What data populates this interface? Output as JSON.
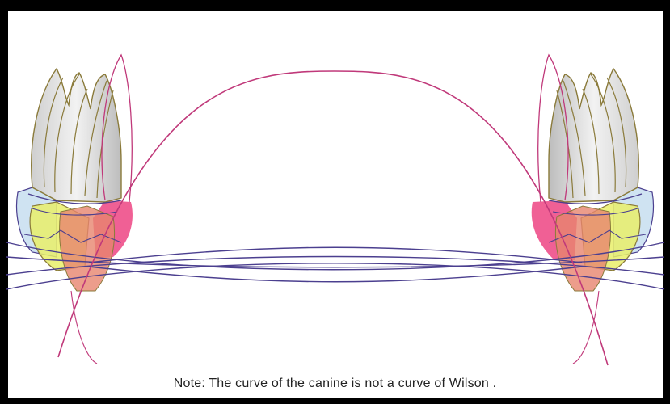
{
  "caption": "Note: The curve of the canine is not a curve of Wilson .",
  "colors": {
    "background": "#000000",
    "panel": "#ffffff",
    "canine_curve": "#c0397a",
    "wilson_curves": "#4b3f8f",
    "crown_fill": "#d9d9d9",
    "crown_outline": "#8a7a3a",
    "buccal_blue": "#cfe3f2",
    "yellow_cusp": "#e9ef6a",
    "pink_cusp": "#ee4f8a",
    "salmon_cusp": "#e7846e"
  },
  "elements": {
    "left_tooth": "molar",
    "right_tooth": "molar",
    "arch": "canine-curve",
    "crossing_lines": "curve-of-wilson"
  }
}
